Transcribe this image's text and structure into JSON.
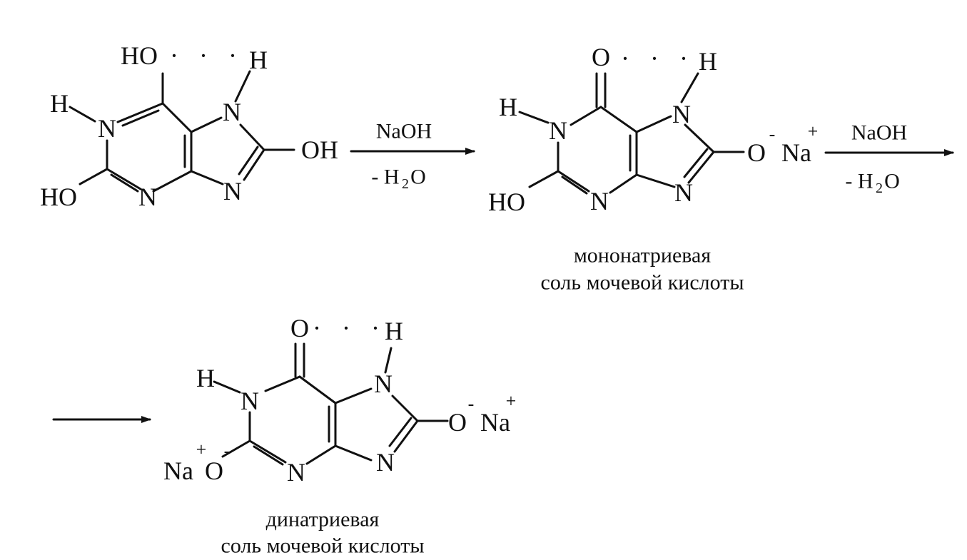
{
  "atoms": {
    "HO": "HO",
    "OH": "OH",
    "H": "H",
    "N": "N",
    "O": "O",
    "Na": "Na",
    "minus": "-",
    "plus": "+",
    "dots": "· · ·"
  },
  "reagents": {
    "step1_top": "NaOH",
    "step1_bottom_prefix": "- H",
    "step1_bottom_sub": "2",
    "step1_bottom_suffix": "O",
    "step2_top": "NaOH",
    "step2_bottom_prefix": "- H",
    "step2_bottom_sub": "2",
    "step2_bottom_suffix": "O"
  },
  "captions": {
    "mono_line1": "мононатриевая",
    "mono_line2": "соль мочевой кислоты",
    "di_line1": "динатриевая",
    "di_line2": "соль мочевой кислоты"
  }
}
